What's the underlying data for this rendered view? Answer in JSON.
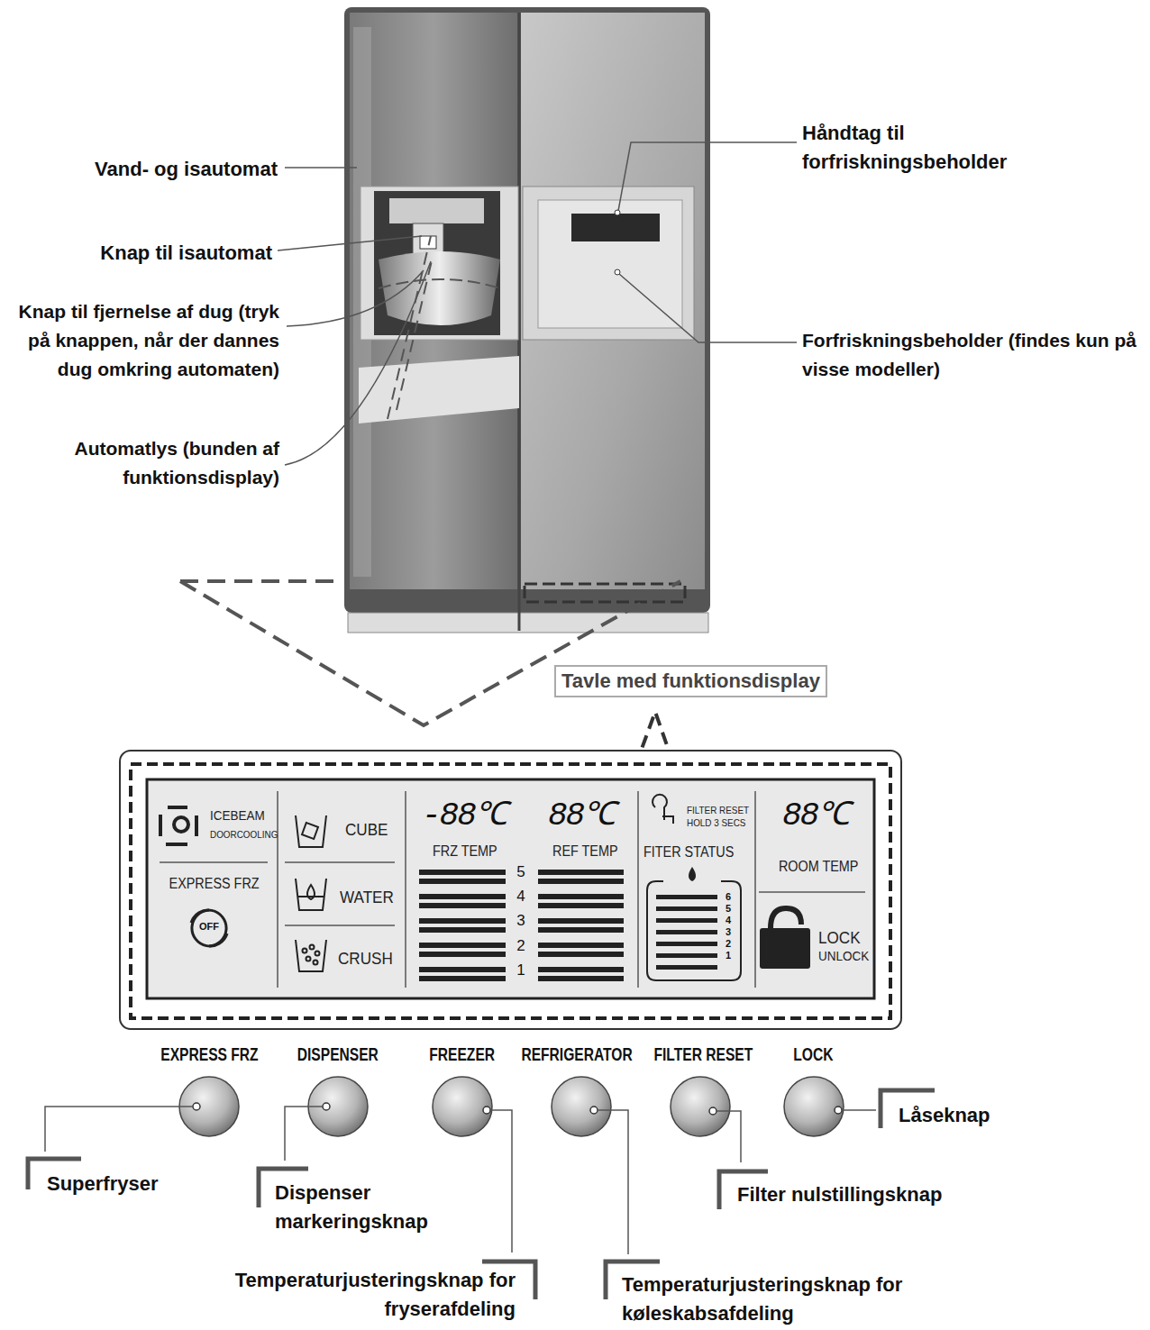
{
  "diagram": {
    "nodes": [
      {
        "text": [
          "Tavle med funktionsdisplay"
        ]
      }
    ],
    "labels": [
      "Vand- og isautomat",
      "Knap til isautomat",
      "Knap til fjernelse af dug (tryk på knappen, når der dannes dug omkring automaten)",
      "Automatlys (bunden af funktionsdisplay)",
      "Håndtag til forfriskningsbeholder",
      "Forfriskningsbeholder (findes kun på visse modeller)",
      "ICEBEAM",
      "DOORCOOLING",
      "EXPRESS FRZ",
      "OFF",
      "CUBE",
      "WATER",
      "CRUSH",
      "-88℃",
      "FRZ TEMP",
      "88℃",
      "REF TEMP",
      "5",
      "4",
      "3",
      "2",
      "1",
      "FILTER RESET",
      "HOLD 3 SECS",
      "FITER STATUS",
      "6",
      "5",
      "4",
      "3",
      "2",
      "1",
      "88℃",
      "ROOM TEMP",
      "LOCK",
      "UNLOCK",
      "EXPRESS FRZ",
      "DISPENSER",
      "FREEZER",
      "REFRIGERATOR",
      "FILTER RESET",
      "LOCK",
      "Superfryser",
      "Dispenser markeringsknap",
      "Temperaturjusteringsknap for fryserafdeling",
      "Temperaturjusteringsknap for køleskabsafdeling",
      "Filter nulstillingsknap",
      "Låseknap"
    ]
  }
}
